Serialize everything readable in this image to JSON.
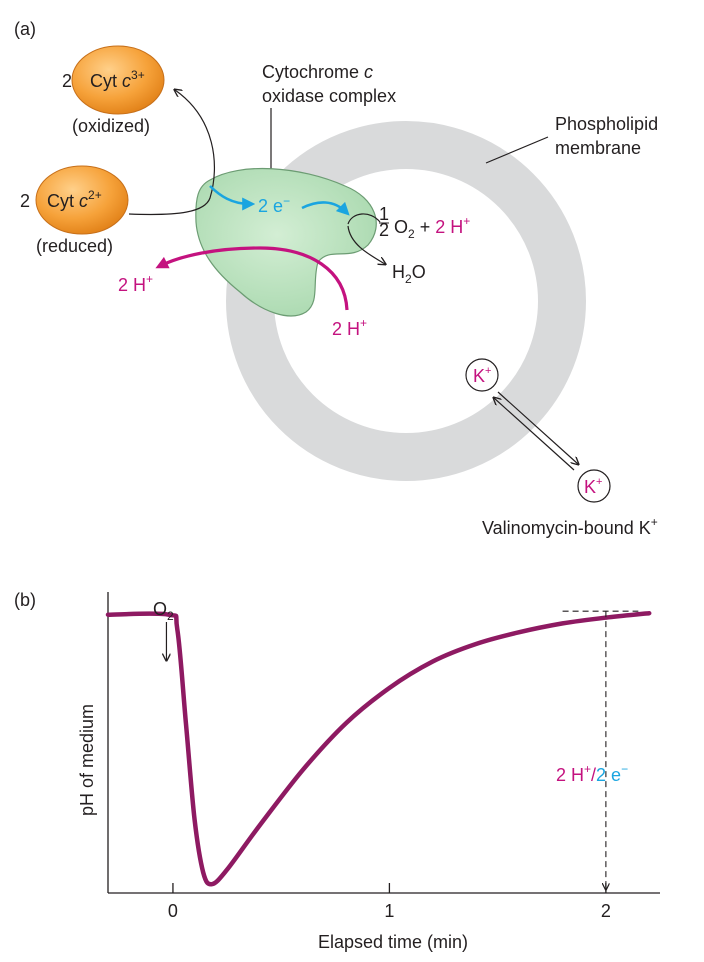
{
  "panel_a": {
    "label": "(a)",
    "cyt_oxidized": {
      "coef": "2",
      "name": "Cyt ",
      "ital": "c",
      "sup": "3+",
      "state": "(oxidized)"
    },
    "cyt_reduced": {
      "coef": "2",
      "name": "Cyt ",
      "ital": "c",
      "sup": "2+",
      "state": "(reduced)"
    },
    "complex_line1_a": "Cytochrome ",
    "complex_line1_b": "c",
    "complex_line2": "oxidase complex",
    "membrane_line1": "Phospholipid",
    "membrane_line2": "membrane",
    "electrons_a": "2 e",
    "electrons_sup": "−",
    "half_num": "1",
    "half_den": "2",
    "o2_a": "O",
    "o2_sub": "2",
    "o2_plus": " + ",
    "o2_h": "2 H",
    "o2_hsup": "+",
    "water_a": "H",
    "water_sub": "2",
    "water_b": "O",
    "h_out_a": "2 H",
    "h_out_sup": "+",
    "h_in_a": "2 H",
    "h_in_sup": "+",
    "k1_a": "K",
    "k1_sup": "+",
    "k2_a": "K",
    "k2_sup": "+",
    "valino_a": "Valinomycin-bound K",
    "valino_sup": "+"
  },
  "panel_b": {
    "label": "(b)",
    "o2_a": "O",
    "o2_sub": "2",
    "ratio_a": "2 H",
    "ratio_sup": "+",
    "ratio_slash": "/",
    "ratio_b": "2 e",
    "ratio_bsup": "−"
  },
  "colors": {
    "proton": "#c4127f",
    "electron": "#1aa5e0",
    "curve": "#8e1a62",
    "membrane": "#d9dadb",
    "complex": "#b8e0bd",
    "cytochrome": "#f29a2e"
  },
  "chart_data": {
    "type": "line",
    "xlabel": "Elapsed time (min)",
    "ylabel": "pH of medium",
    "xticks": [
      0,
      1,
      2
    ],
    "xlim": [
      -0.3,
      2.25
    ],
    "ylim": [
      0,
      1
    ],
    "grid": false,
    "series": [
      {
        "x": [
          -0.3,
          -0.02,
          0.02,
          0.06,
          0.1,
          0.14,
          0.18,
          0.25,
          0.4,
          0.6,
          0.8,
          1.0,
          1.2,
          1.4,
          1.6,
          1.8,
          2.0,
          2.2
        ],
        "y": [
          0.95,
          0.95,
          0.9,
          0.58,
          0.25,
          0.07,
          0.03,
          0.08,
          0.23,
          0.42,
          0.58,
          0.7,
          0.79,
          0.85,
          0.89,
          0.92,
          0.94,
          0.955
        ]
      }
    ]
  }
}
